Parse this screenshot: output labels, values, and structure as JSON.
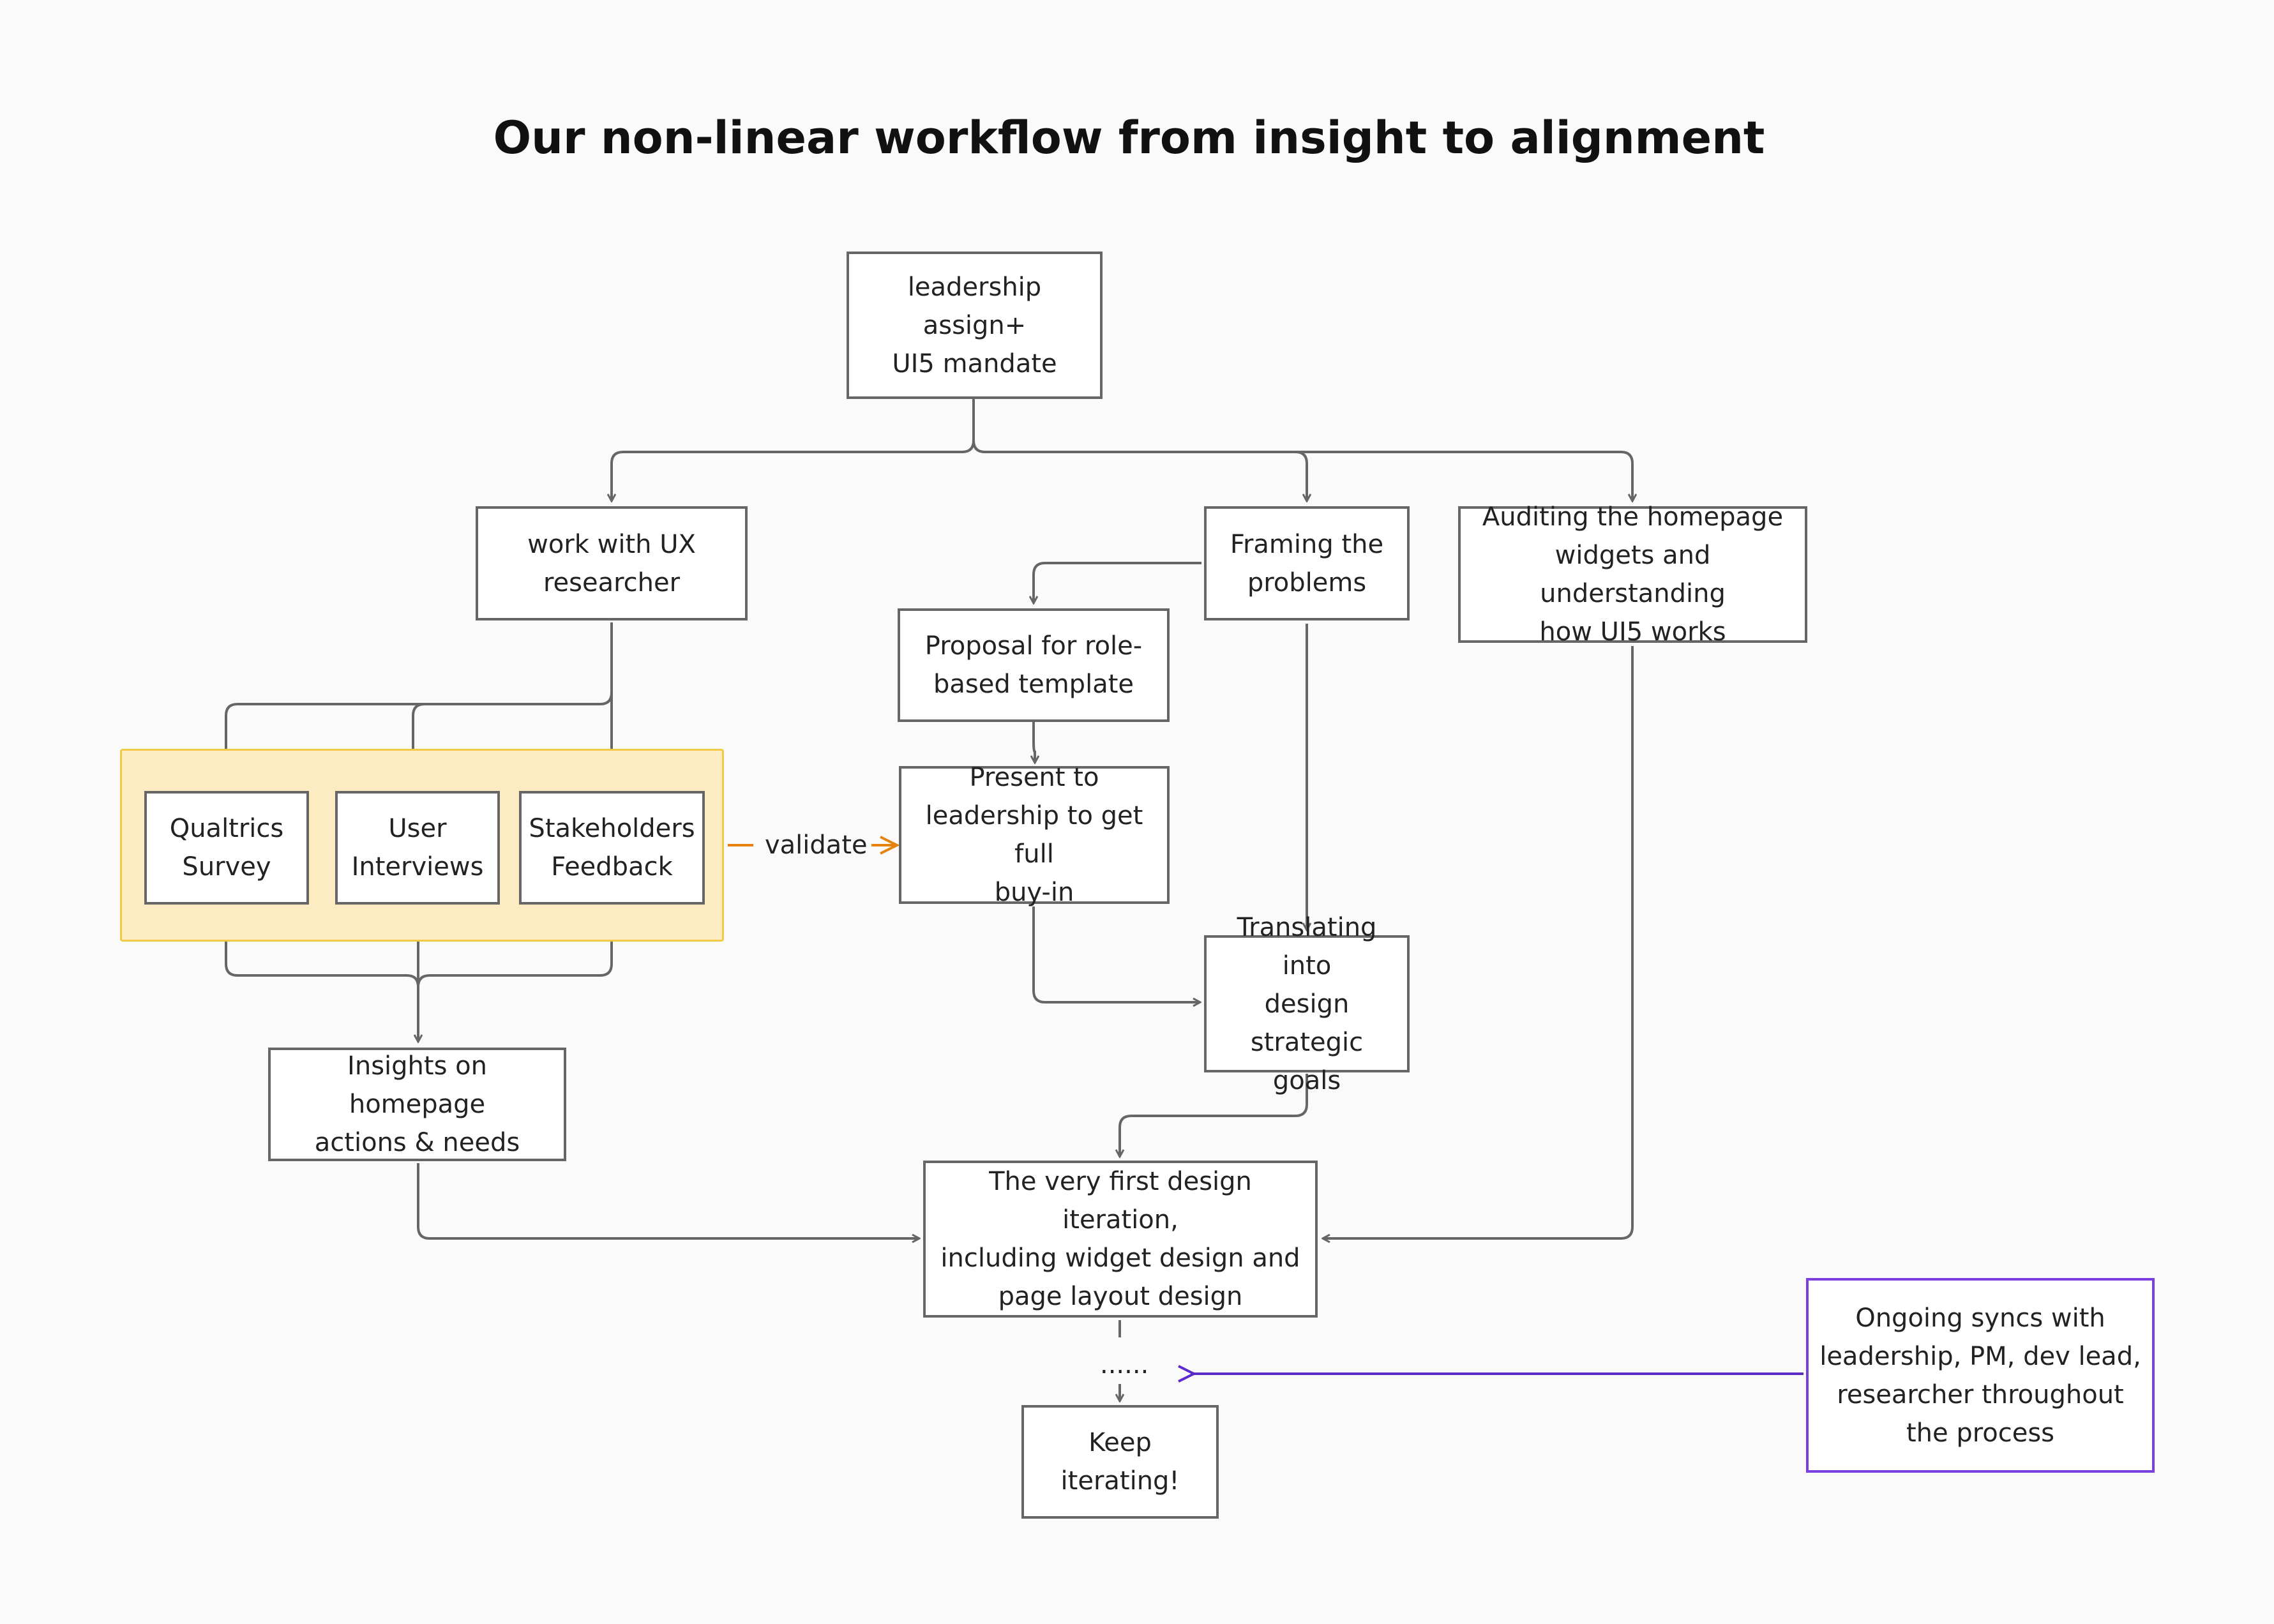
{
  "title": "Our non-linear workflow from insight to alignment",
  "nodes": {
    "leadership_assign": [
      "leadership assign+",
      "UI5 mandate"
    ],
    "work_with_ux": [
      "work with UX",
      "researcher"
    ],
    "framing": [
      "Framing the",
      "problems"
    ],
    "auditing": [
      "Auditing the homepage",
      "widgets and understanding",
      "how UI5 works"
    ],
    "proposal": [
      "Proposal for role-",
      "based template"
    ],
    "qualtrics": [
      "Qualtrics",
      "Survey"
    ],
    "user_interviews": [
      "User",
      "Interviews"
    ],
    "stakeholders": [
      "Stakeholders",
      "Feedback"
    ],
    "present": [
      "Present to",
      "leadership to get full",
      "buy-in"
    ],
    "translating": [
      "Translating into",
      "design",
      "strategic goals"
    ],
    "insights": [
      "Insights on homepage",
      "actions & needs"
    ],
    "first_iteration": [
      "The very first design iteration,",
      "including widget design and",
      "page layout design"
    ],
    "ongoing": [
      "Ongoing syncs with",
      "leadership, PM, dev lead,",
      "researcher throughout",
      "the process"
    ],
    "keep_iterating": [
      "Keep iterating!"
    ]
  },
  "edge_labels": {
    "validate": "validate",
    "ellipsis": "......"
  },
  "colors": {
    "line": "#666666",
    "validate_arrow": "#e8820e",
    "ongoing_arrow": "#5a2bc8",
    "group_fill": "#fdecc1",
    "group_border": "#f3c845",
    "ongoing_border": "#7b3fe0"
  }
}
